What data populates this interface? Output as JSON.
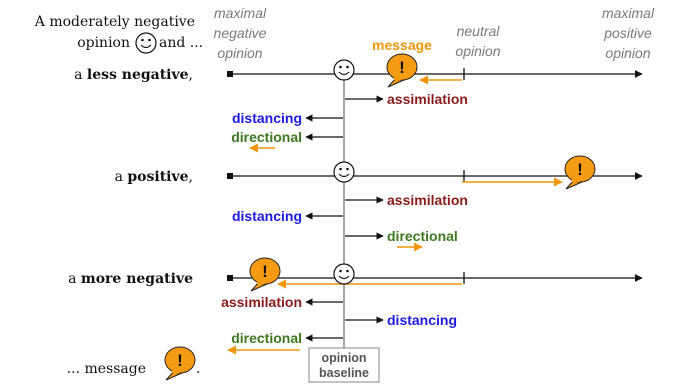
{
  "intro": {
    "line1": "A moderately negative",
    "line2_pre": "opinion",
    "line2_post": "and ..."
  },
  "axis": {
    "negative_end": [
      "maximal",
      "negative",
      "opinion"
    ],
    "neutral": [
      "neutral",
      "opinion"
    ],
    "positive_end": [
      "maximal",
      "positive",
      "opinion"
    ],
    "message_label": "message"
  },
  "rows": [
    {
      "prefix": "a ",
      "bold": "less negative",
      "suffix": ",",
      "effects": [
        {
          "label": "assimilation",
          "direction": "right"
        },
        {
          "label": "distancing",
          "direction": "left"
        },
        {
          "label": "directional",
          "direction": "left"
        }
      ]
    },
    {
      "prefix": "a ",
      "bold": "positive",
      "suffix": ",",
      "effects": [
        {
          "label": "assimilation",
          "direction": "right"
        },
        {
          "label": "distancing",
          "direction": "left"
        },
        {
          "label": "directional",
          "direction": "right"
        }
      ]
    },
    {
      "prefix": "a ",
      "bold": "more negative",
      "suffix": "",
      "effects": [
        {
          "label": "assimilation",
          "direction": "left"
        },
        {
          "label": "distancing",
          "direction": "right"
        },
        {
          "label": "directional",
          "direction": "left"
        }
      ]
    }
  ],
  "footer": {
    "pre": "... message",
    "post": "."
  },
  "baseline_label": [
    "opinion",
    "baseline"
  ],
  "message_icon_glyph": "!",
  "colors": {
    "assimilation": "#8b1a1a",
    "distancing": "#1a1ae6",
    "directional": "#3d7a1f",
    "message": "#f0960f",
    "message_fill": "#f79b12",
    "axis_gray": "#7a7a7a",
    "text": "#111111"
  },
  "icons": [
    "smiley-icon",
    "message-bubble-icon",
    "arrow-icon"
  ]
}
